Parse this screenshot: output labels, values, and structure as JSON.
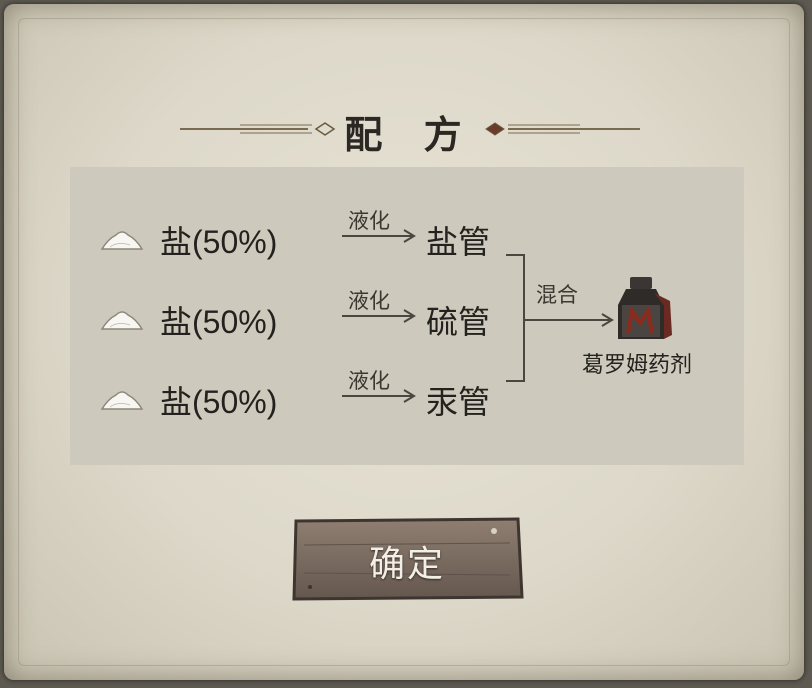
{
  "title": "配 方",
  "recipe": {
    "rows": [
      {
        "ingredient": "盐(50%)",
        "process": "液化",
        "product": "盐管"
      },
      {
        "ingredient": "盐(50%)",
        "process": "液化",
        "product": "硫管"
      },
      {
        "ingredient": "盐(50%)",
        "process": "液化",
        "product": "汞管"
      }
    ],
    "combine_label": "混合",
    "result": "葛罗姆药剂"
  },
  "confirm_button": "确定",
  "icons": {
    "ingredient": "salt-pile-icon",
    "result": "potion-bottle-icon"
  }
}
